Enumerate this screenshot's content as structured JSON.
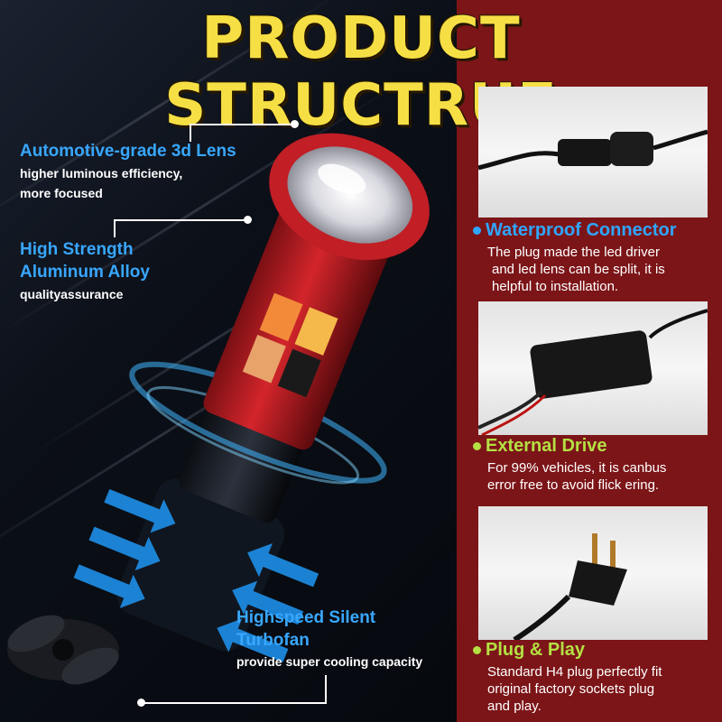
{
  "title": "PRODUCT STRUCTRUE",
  "colors": {
    "title": "#f6df45",
    "left_feature_title": "#38a7ff",
    "right_panel": "#7c1518",
    "red_housing": "#d3252b",
    "fan_blue": "#1e8fe8"
  },
  "left_features": [
    {
      "title": "Automotive-grade 3d Lens",
      "desc_lines": [
        "higher luminous efficiency,",
        "more focused"
      ]
    },
    {
      "title_lines": [
        "High Strength",
        "Aluminum Alloy"
      ],
      "desc_lines": [
        "qualityassurance"
      ]
    },
    {
      "title_lines": [
        "Highspeed Silent",
        "Turbofan"
      ],
      "desc_lines": [
        "provide super cooling capacity"
      ]
    }
  ],
  "right_features": [
    {
      "title": "Waterproof Connector",
      "title_color": "#2fa6ff",
      "bullet_color": "#2fa6ff",
      "image_icon": "waterproof-connector-photo",
      "desc_lines": [
        "The plug made the led driver",
        "and led lens can be split, it is",
        "helpful to installation."
      ]
    },
    {
      "title": "External Drive",
      "title_color": "#b4e043",
      "bullet_color": "#b4e043",
      "image_icon": "driver-box-photo",
      "desc_lines": [
        "For 99% vehicles, it is canbus",
        "error free to avoid flick ering."
      ]
    },
    {
      "title": "Plug & Play",
      "title_color": "#b4e043",
      "bullet_color": "#b4e043",
      "image_icon": "h4-plug-photo",
      "desc_lines": [
        "Standard H4 plug perfectly fit",
        "original factory sockets plug",
        "and play."
      ]
    }
  ]
}
